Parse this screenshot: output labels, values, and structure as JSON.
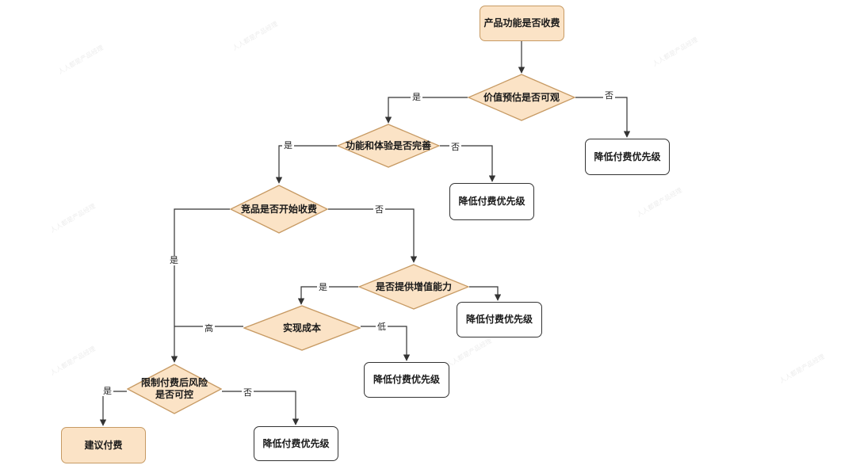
{
  "nodes": {
    "start": "产品功能是否收费",
    "value": "价值预估是否可观",
    "complete": "功能和体验是否完善",
    "competitor": "竞品是否开始收费",
    "addedvalue": "是否提供增值能力",
    "cost": "实现成本",
    "risk_line1": "限制付费后风险",
    "risk_line2": "是否可控",
    "suggest": "建议付费",
    "lower1": "降低付费优先级",
    "lower2": "降低付费优先级",
    "lower3": "降低付费优先级",
    "lower4": "降低付费优先级",
    "lower5": "降低付费优先级"
  },
  "edge_labels": {
    "value_yes": "是",
    "value_no": "否",
    "complete_yes": "是",
    "complete_no": "否",
    "competitor_yes": "是",
    "competitor_no": "否",
    "addedvalue_yes": "是",
    "cost_high": "高",
    "cost_low": "低",
    "risk_yes": "是",
    "risk_no": "否"
  },
  "colors": {
    "peach_fill": "#fbe3c6",
    "peach_stroke": "#c79a63",
    "line": "#333333"
  }
}
